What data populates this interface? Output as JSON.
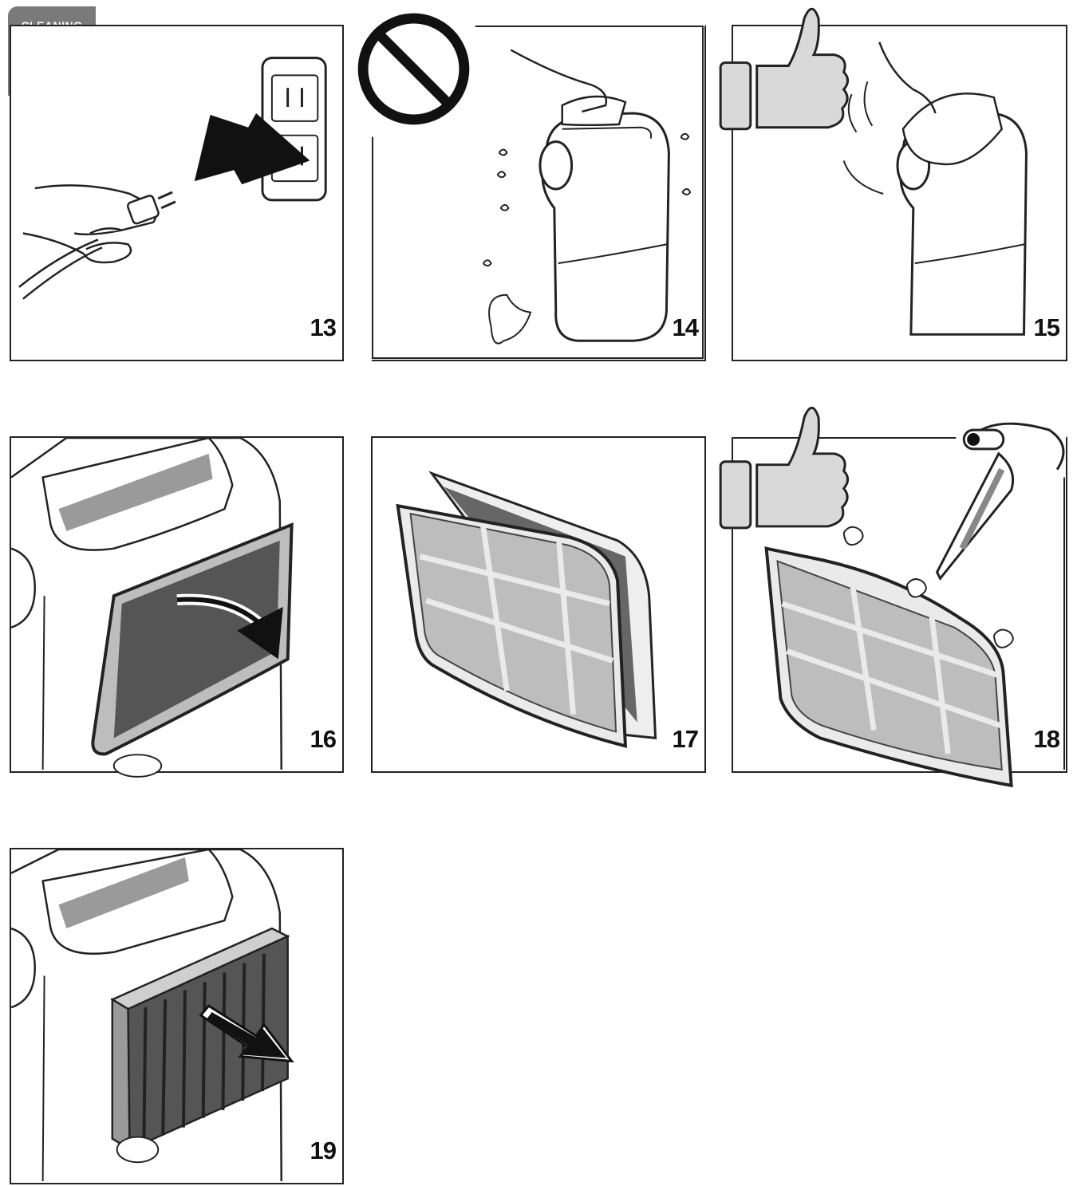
{
  "badge": {
    "label": "CLEANING",
    "icon": "hands-wiping-icon"
  },
  "steps": [
    {
      "number": "13",
      "icon": "unplug-power-icon"
    },
    {
      "number": "14",
      "icon": "no-wet-cloth-icon"
    },
    {
      "number": "15",
      "icon": "dry-cloth-ok-icon"
    },
    {
      "number": "16",
      "icon": "remove-front-filter-icon"
    },
    {
      "number": "17",
      "icon": "separate-filters-icon"
    },
    {
      "number": "18",
      "icon": "vacuum-filter-ok-icon"
    },
    {
      "number": "19",
      "icon": "remove-rear-filter-icon"
    }
  ],
  "colors": {
    "line": "#222222",
    "badge": "#7a7a7a",
    "filter": "#bdbdbd",
    "thumb": "#d9d9d9"
  }
}
